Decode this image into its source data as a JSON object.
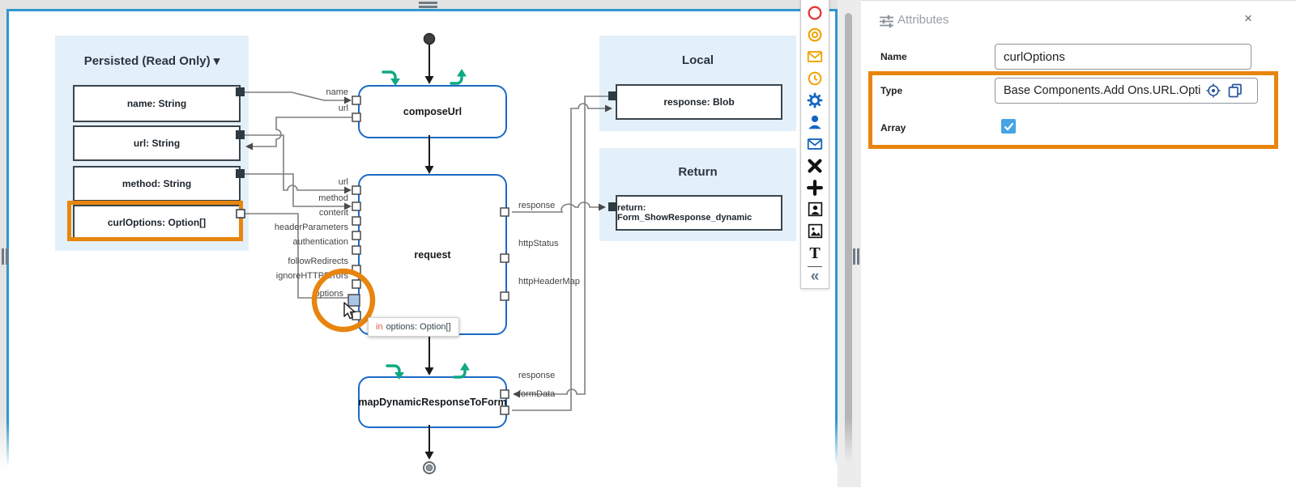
{
  "canvas": {
    "persisted_panel": {
      "title": "Persisted (Read Only)",
      "caret": "▾",
      "vars": [
        {
          "label": "name: String"
        },
        {
          "label": "url: String"
        },
        {
          "label": "method: String"
        },
        {
          "label": "curlOptions: Option[]"
        }
      ]
    },
    "local_panel": {
      "title": "Local",
      "vars": [
        {
          "label": "response: Blob"
        }
      ]
    },
    "return_panel": {
      "title": "Return",
      "vars": [
        {
          "label": "return: Form_ShowResponse_dynamic"
        }
      ]
    },
    "nodes": {
      "composeUrl": {
        "label": "composeUrl",
        "inputs": [
          "name",
          "url"
        ]
      },
      "request": {
        "label": "request",
        "inputs": [
          "url",
          "method",
          "content",
          "headerParameters",
          "authentication",
          "followRedirects",
          "ignoreHTTPErrors",
          "options"
        ],
        "outputs": [
          "response",
          "httpStatus",
          "httpHeaderMap"
        ]
      },
      "mapForm": {
        "label": "mapDynamicResponseToForm",
        "inputs": [
          "response",
          "formData"
        ]
      }
    },
    "tooltip": {
      "keyword": "in",
      "text": "options: Option[]"
    }
  },
  "toolbar": {
    "text_tool_label": "T",
    "collapse_label": "«",
    "items": [
      "red-circle",
      "orange-ring",
      "orange-mail",
      "orange-clock",
      "blue-gear",
      "blue-person",
      "blue-mail",
      "black-cross",
      "black-plus",
      "portrait-image",
      "image",
      "text",
      "collapse"
    ]
  },
  "attributes_panel": {
    "title": "Attributes",
    "close_label": "×",
    "name_label": "Name",
    "name_value": "curlOptions",
    "type_label": "Type",
    "type_value": "Base Components.Add Ons.URL.Option",
    "array_label": "Array",
    "array_checked": true
  },
  "colors": {
    "highlight_orange": "#E8850E",
    "node_blue": "#1B6AC6",
    "frame_blue": "#2F97D0",
    "jump_green": "#0FA883",
    "checkbox_blue": "#47A4E3",
    "panel_bg": "#E4F0F9",
    "icon_red": "#E23B3B",
    "icon_orange": "#F0A202",
    "icon_blue": "#1565C0"
  }
}
